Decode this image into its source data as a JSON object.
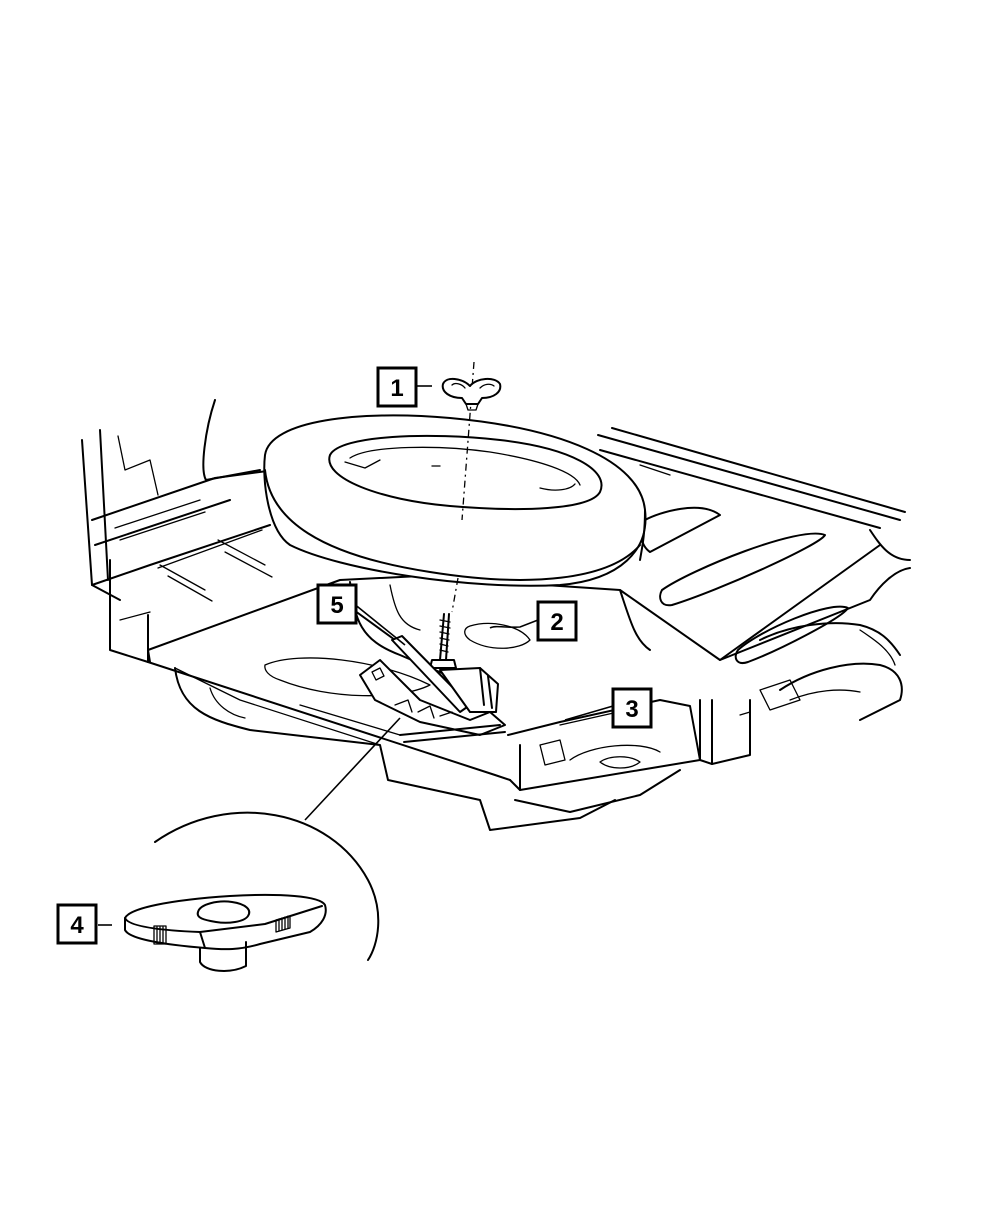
{
  "callouts": [
    {
      "id": "1",
      "label": "1",
      "part": "spare-tire-hold-down-wing-nut"
    },
    {
      "id": "2",
      "label": "2",
      "part": "spare-tire"
    },
    {
      "id": "3",
      "label": "3",
      "part": "jack-assembly"
    },
    {
      "id": "4",
      "label": "4",
      "part": "jack-hold-down-knob"
    },
    {
      "id": "5",
      "label": "5",
      "part": "hold-down-bolt"
    }
  ],
  "colors": {
    "ink": "#000000",
    "paper": "#ffffff"
  }
}
